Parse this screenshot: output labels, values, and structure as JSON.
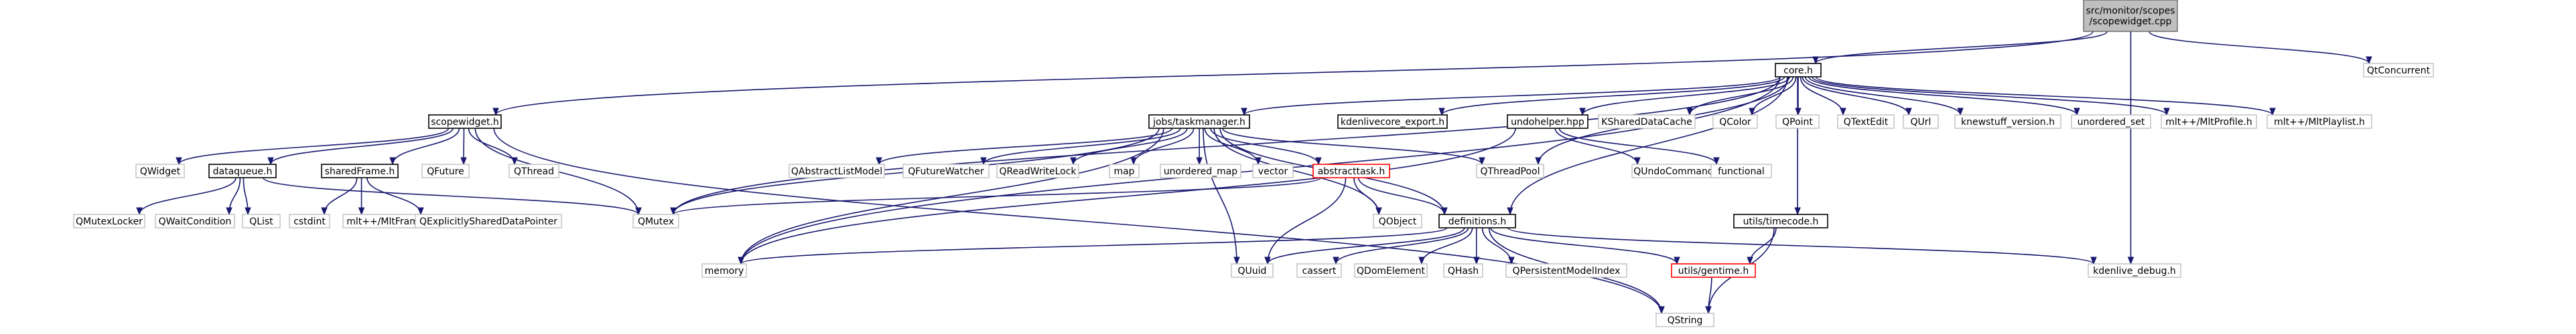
{
  "diagram": {
    "nodes": [
      {
        "id": "scopewidget_cpp",
        "lines": [
          "src/monitor/scopes",
          "/scopewidget.cpp"
        ],
        "style": "root"
      },
      {
        "id": "core_h",
        "lines": [
          "core.h"
        ],
        "style": "bold"
      },
      {
        "id": "qtconcurrent",
        "lines": [
          "QtConcurrent"
        ],
        "style": "plain"
      },
      {
        "id": "scopewidget_h",
        "lines": [
          "scopewidget.h"
        ],
        "style": "bold"
      },
      {
        "id": "qmutex",
        "lines": [
          "QMutex"
        ],
        "style": "plain"
      },
      {
        "id": "jobs_taskmanager_h",
        "lines": [
          "jobs/taskmanager.h"
        ],
        "style": "bold"
      },
      {
        "id": "kdenlivecore_export_h",
        "lines": [
          "kdenlivecore_export.h"
        ],
        "style": "bold"
      },
      {
        "id": "undohelper_hpp",
        "lines": [
          "undohelper.hpp"
        ],
        "style": "bold"
      },
      {
        "id": "kshareddatacache",
        "lines": [
          "KSharedDataCache"
        ],
        "style": "plain"
      },
      {
        "id": "qcolor",
        "lines": [
          "QColor"
        ],
        "style": "plain"
      },
      {
        "id": "qpoint",
        "lines": [
          "QPoint"
        ],
        "style": "plain"
      },
      {
        "id": "qtextedit",
        "lines": [
          "QTextEdit"
        ],
        "style": "plain"
      },
      {
        "id": "qurl",
        "lines": [
          "QUrl"
        ],
        "style": "plain"
      },
      {
        "id": "knewstuff_version_h",
        "lines": [
          "knewstuff_version.h"
        ],
        "style": "plain"
      },
      {
        "id": "unordered_set",
        "lines": [
          "unordered_set"
        ],
        "style": "plain"
      },
      {
        "id": "mlt_profile_h",
        "lines": [
          "mlt++/MltProfile.h"
        ],
        "style": "plain"
      },
      {
        "id": "mlt_playlist_h",
        "lines": [
          "mlt++/MltPlaylist.h"
        ],
        "style": "plain"
      },
      {
        "id": "qwidget",
        "lines": [
          "QWidget"
        ],
        "style": "plain"
      },
      {
        "id": "dataqueue_h",
        "lines": [
          "dataqueue.h"
        ],
        "style": "bold"
      },
      {
        "id": "sharedframe_h",
        "lines": [
          "sharedFrame.h"
        ],
        "style": "bold"
      },
      {
        "id": "qfuture",
        "lines": [
          "QFuture"
        ],
        "style": "plain"
      },
      {
        "id": "qthread",
        "lines": [
          "QThread"
        ],
        "style": "plain"
      },
      {
        "id": "qabstractlistmodel",
        "lines": [
          "QAbstractListModel"
        ],
        "style": "plain"
      },
      {
        "id": "qfuturewatcher",
        "lines": [
          "QFutureWatcher"
        ],
        "style": "plain"
      },
      {
        "id": "qreadwritelock",
        "lines": [
          "QReadWriteLock"
        ],
        "style": "plain"
      },
      {
        "id": "map",
        "lines": [
          "map"
        ],
        "style": "plain"
      },
      {
        "id": "unordered_map",
        "lines": [
          "unordered_map"
        ],
        "style": "plain"
      },
      {
        "id": "vector",
        "lines": [
          "vector"
        ],
        "style": "plain"
      },
      {
        "id": "abstracttask_h",
        "lines": [
          "abstracttask.h"
        ],
        "style": "red"
      },
      {
        "id": "qthreadpool",
        "lines": [
          "QThreadPool"
        ],
        "style": "plain"
      },
      {
        "id": "qundocommand",
        "lines": [
          "QUndoCommand"
        ],
        "style": "plain"
      },
      {
        "id": "functional",
        "lines": [
          "functional"
        ],
        "style": "plain"
      },
      {
        "id": "qmutexlocker",
        "lines": [
          "QMutexLocker"
        ],
        "style": "plain"
      },
      {
        "id": "qwaitcondition",
        "lines": [
          "QWaitCondition"
        ],
        "style": "plain"
      },
      {
        "id": "qlist",
        "lines": [
          "QList"
        ],
        "style": "plain"
      },
      {
        "id": "cstdint",
        "lines": [
          "cstdint"
        ],
        "style": "plain"
      },
      {
        "id": "mlt_frame_h",
        "lines": [
          "mlt++/MltFrame.h"
        ],
        "style": "plain"
      },
      {
        "id": "qexplicitlyshareddatapointer",
        "lines": [
          "QExplicitlySharedDataPointer"
        ],
        "style": "plain"
      },
      {
        "id": "qobject",
        "lines": [
          "QObject"
        ],
        "style": "plain"
      },
      {
        "id": "definitions_h",
        "lines": [
          "definitions.h"
        ],
        "style": "bold"
      },
      {
        "id": "utils_timecode_h",
        "lines": [
          "utils/timecode.h"
        ],
        "style": "bold"
      },
      {
        "id": "memory",
        "lines": [
          "memory"
        ],
        "style": "plain"
      },
      {
        "id": "quuid",
        "lines": [
          "QUuid"
        ],
        "style": "plain"
      },
      {
        "id": "cassert",
        "lines": [
          "cassert"
        ],
        "style": "plain"
      },
      {
        "id": "qdomelement",
        "lines": [
          "QDomElement"
        ],
        "style": "plain"
      },
      {
        "id": "qhash",
        "lines": [
          "QHash"
        ],
        "style": "plain"
      },
      {
        "id": "qpersistentmodelindex",
        "lines": [
          "QPersistentModelIndex"
        ],
        "style": "plain"
      },
      {
        "id": "utils_gentime_h",
        "lines": [
          "utils/gentime.h"
        ],
        "style": "red"
      },
      {
        "id": "kdenlive_debug_h",
        "lines": [
          "kdenlive_debug.h"
        ],
        "style": "plain"
      },
      {
        "id": "qstring",
        "lines": [
          "QString"
        ],
        "style": "plain"
      }
    ],
    "edges": [
      [
        "scopewidget_cpp",
        "core_h"
      ],
      [
        "scopewidget_cpp",
        "qtconcurrent"
      ],
      [
        "scopewidget_cpp",
        "scopewidget_h"
      ],
      [
        "scopewidget_cpp",
        "kdenlive_debug_h"
      ],
      [
        "core_h",
        "qmutex"
      ],
      [
        "core_h",
        "jobs_taskmanager_h"
      ],
      [
        "core_h",
        "kdenlivecore_export_h"
      ],
      [
        "core_h",
        "undohelper_hpp"
      ],
      [
        "core_h",
        "kshareddatacache"
      ],
      [
        "core_h",
        "qcolor"
      ],
      [
        "core_h",
        "qpoint"
      ],
      [
        "core_h",
        "qtextedit"
      ],
      [
        "core_h",
        "qurl"
      ],
      [
        "core_h",
        "knewstuff_version_h"
      ],
      [
        "core_h",
        "unordered_set"
      ],
      [
        "core_h",
        "mlt_profile_h"
      ],
      [
        "core_h",
        "mlt_playlist_h"
      ],
      [
        "core_h",
        "memory"
      ],
      [
        "core_h",
        "qthreadpool"
      ],
      [
        "core_h",
        "definitions_h"
      ],
      [
        "core_h",
        "utils_timecode_h"
      ],
      [
        "scopewidget_h",
        "qwidget"
      ],
      [
        "scopewidget_h",
        "dataqueue_h"
      ],
      [
        "scopewidget_h",
        "sharedframe_h"
      ],
      [
        "scopewidget_h",
        "qfuture"
      ],
      [
        "scopewidget_h",
        "qthread"
      ],
      [
        "scopewidget_h",
        "qmutex"
      ],
      [
        "scopewidget_h",
        "qstring"
      ],
      [
        "dataqueue_h",
        "qmutexlocker"
      ],
      [
        "dataqueue_h",
        "qwaitcondition"
      ],
      [
        "dataqueue_h",
        "qlist"
      ],
      [
        "dataqueue_h",
        "qmutex"
      ],
      [
        "sharedframe_h",
        "cstdint"
      ],
      [
        "sharedframe_h",
        "mlt_frame_h"
      ],
      [
        "sharedframe_h",
        "qexplicitlyshareddatapointer"
      ],
      [
        "jobs_taskmanager_h",
        "qabstractlistmodel"
      ],
      [
        "jobs_taskmanager_h",
        "qfuturewatcher"
      ],
      [
        "jobs_taskmanager_h",
        "qreadwritelock"
      ],
      [
        "jobs_taskmanager_h",
        "map"
      ],
      [
        "jobs_taskmanager_h",
        "unordered_map"
      ],
      [
        "jobs_taskmanager_h",
        "vector"
      ],
      [
        "jobs_taskmanager_h",
        "abstracttask_h"
      ],
      [
        "jobs_taskmanager_h",
        "qthreadpool"
      ],
      [
        "jobs_taskmanager_h",
        "qobject"
      ],
      [
        "jobs_taskmanager_h",
        "definitions_h"
      ],
      [
        "jobs_taskmanager_h",
        "memory"
      ],
      [
        "jobs_taskmanager_h",
        "quuid"
      ],
      [
        "jobs_taskmanager_h",
        "qmutex"
      ],
      [
        "undohelper_hpp",
        "qundocommand"
      ],
      [
        "undohelper_hpp",
        "functional"
      ],
      [
        "undohelper_hpp",
        "memory"
      ],
      [
        "abstracttask_h",
        "qmutex"
      ],
      [
        "abstracttask_h",
        "qobject"
      ],
      [
        "abstracttask_h",
        "definitions_h"
      ],
      [
        "abstracttask_h",
        "quuid"
      ],
      [
        "definitions_h",
        "memory"
      ],
      [
        "definitions_h",
        "quuid"
      ],
      [
        "definitions_h",
        "cassert"
      ],
      [
        "definitions_h",
        "qdomelement"
      ],
      [
        "definitions_h",
        "qhash"
      ],
      [
        "definitions_h",
        "qpersistentmodelindex"
      ],
      [
        "definitions_h",
        "utils_gentime_h"
      ],
      [
        "definitions_h",
        "kdenlive_debug_h"
      ],
      [
        "definitions_h",
        "qstring"
      ],
      [
        "utils_timecode_h",
        "utils_gentime_h"
      ],
      [
        "utils_timecode_h",
        "qstring"
      ],
      [
        "utils_gentime_h",
        "qstring"
      ]
    ]
  }
}
